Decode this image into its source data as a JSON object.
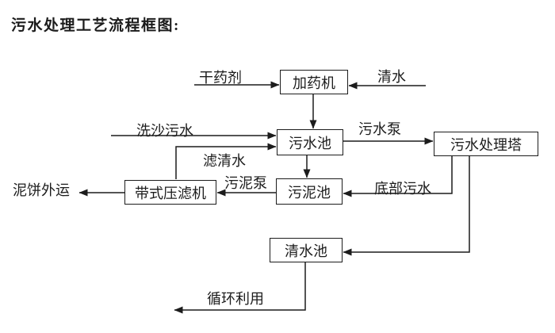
{
  "title": "污水处理工艺流程框图:",
  "diagram": {
    "nodes": {
      "dosing_machine": "加药机",
      "sewage_pool": "污水池",
      "treatment_tower": "污水处理塔",
      "sludge_pool": "污泥池",
      "belt_filter_press": "带式压滤机",
      "clean_water_pool": "清水池"
    },
    "labels": {
      "dry_chemical": "干药剂",
      "clean_water": "清水",
      "sand_washing_sewage": "洗沙污水",
      "sewage_pump": "污水泵",
      "filtered_water": "滤清水",
      "sludge_pump": "污泥泵",
      "bottom_sewage": "底部污水",
      "mud_cake_out": "泥饼外运",
      "recycling": "循环利用"
    },
    "edges": [
      {
        "from": "dry_chemical_input",
        "to": "dosing_machine",
        "label": "干药剂"
      },
      {
        "from": "clean_water_input",
        "to": "dosing_machine",
        "label": "清水"
      },
      {
        "from": "dosing_machine",
        "to": "sewage_pool",
        "label": ""
      },
      {
        "from": "sand_washing_sewage_input",
        "to": "sewage_pool",
        "label": "洗沙污水"
      },
      {
        "from": "belt_filter_press",
        "to": "sewage_pool",
        "label": "滤清水"
      },
      {
        "from": "sewage_pool",
        "to": "treatment_tower",
        "label": "污水泵"
      },
      {
        "from": "sewage_pool",
        "to": "sludge_pool",
        "label": ""
      },
      {
        "from": "treatment_tower",
        "to": "sludge_pool",
        "label": "底部污水"
      },
      {
        "from": "sludge_pool",
        "to": "belt_filter_press",
        "label": "污泥泵"
      },
      {
        "from": "belt_filter_press",
        "to": "external_transport",
        "label": "泥饼外运"
      },
      {
        "from": "treatment_tower",
        "to": "clean_water_pool",
        "label": ""
      },
      {
        "from": "clean_water_pool",
        "to": "reuse_output",
        "label": "循环利用"
      }
    ],
    "colors": {
      "line": "#1c1c1c",
      "background": "#ffffff",
      "text": "#1c1c1c"
    }
  }
}
